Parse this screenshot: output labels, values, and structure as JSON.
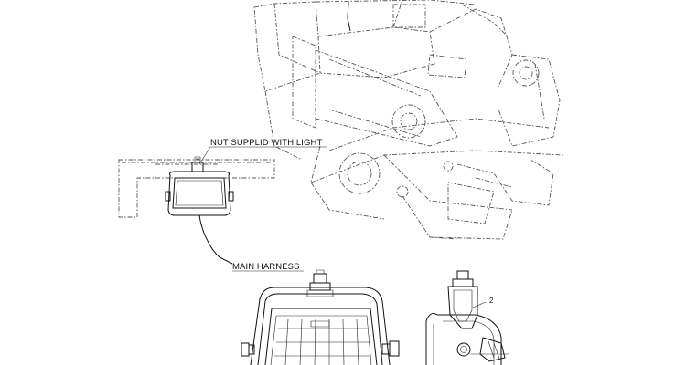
{
  "labels": {
    "nut_supplied": "NUT SUPPLID WITH LIGHT",
    "main_harness": "MAIN HARNESS",
    "callout_2": "2"
  }
}
